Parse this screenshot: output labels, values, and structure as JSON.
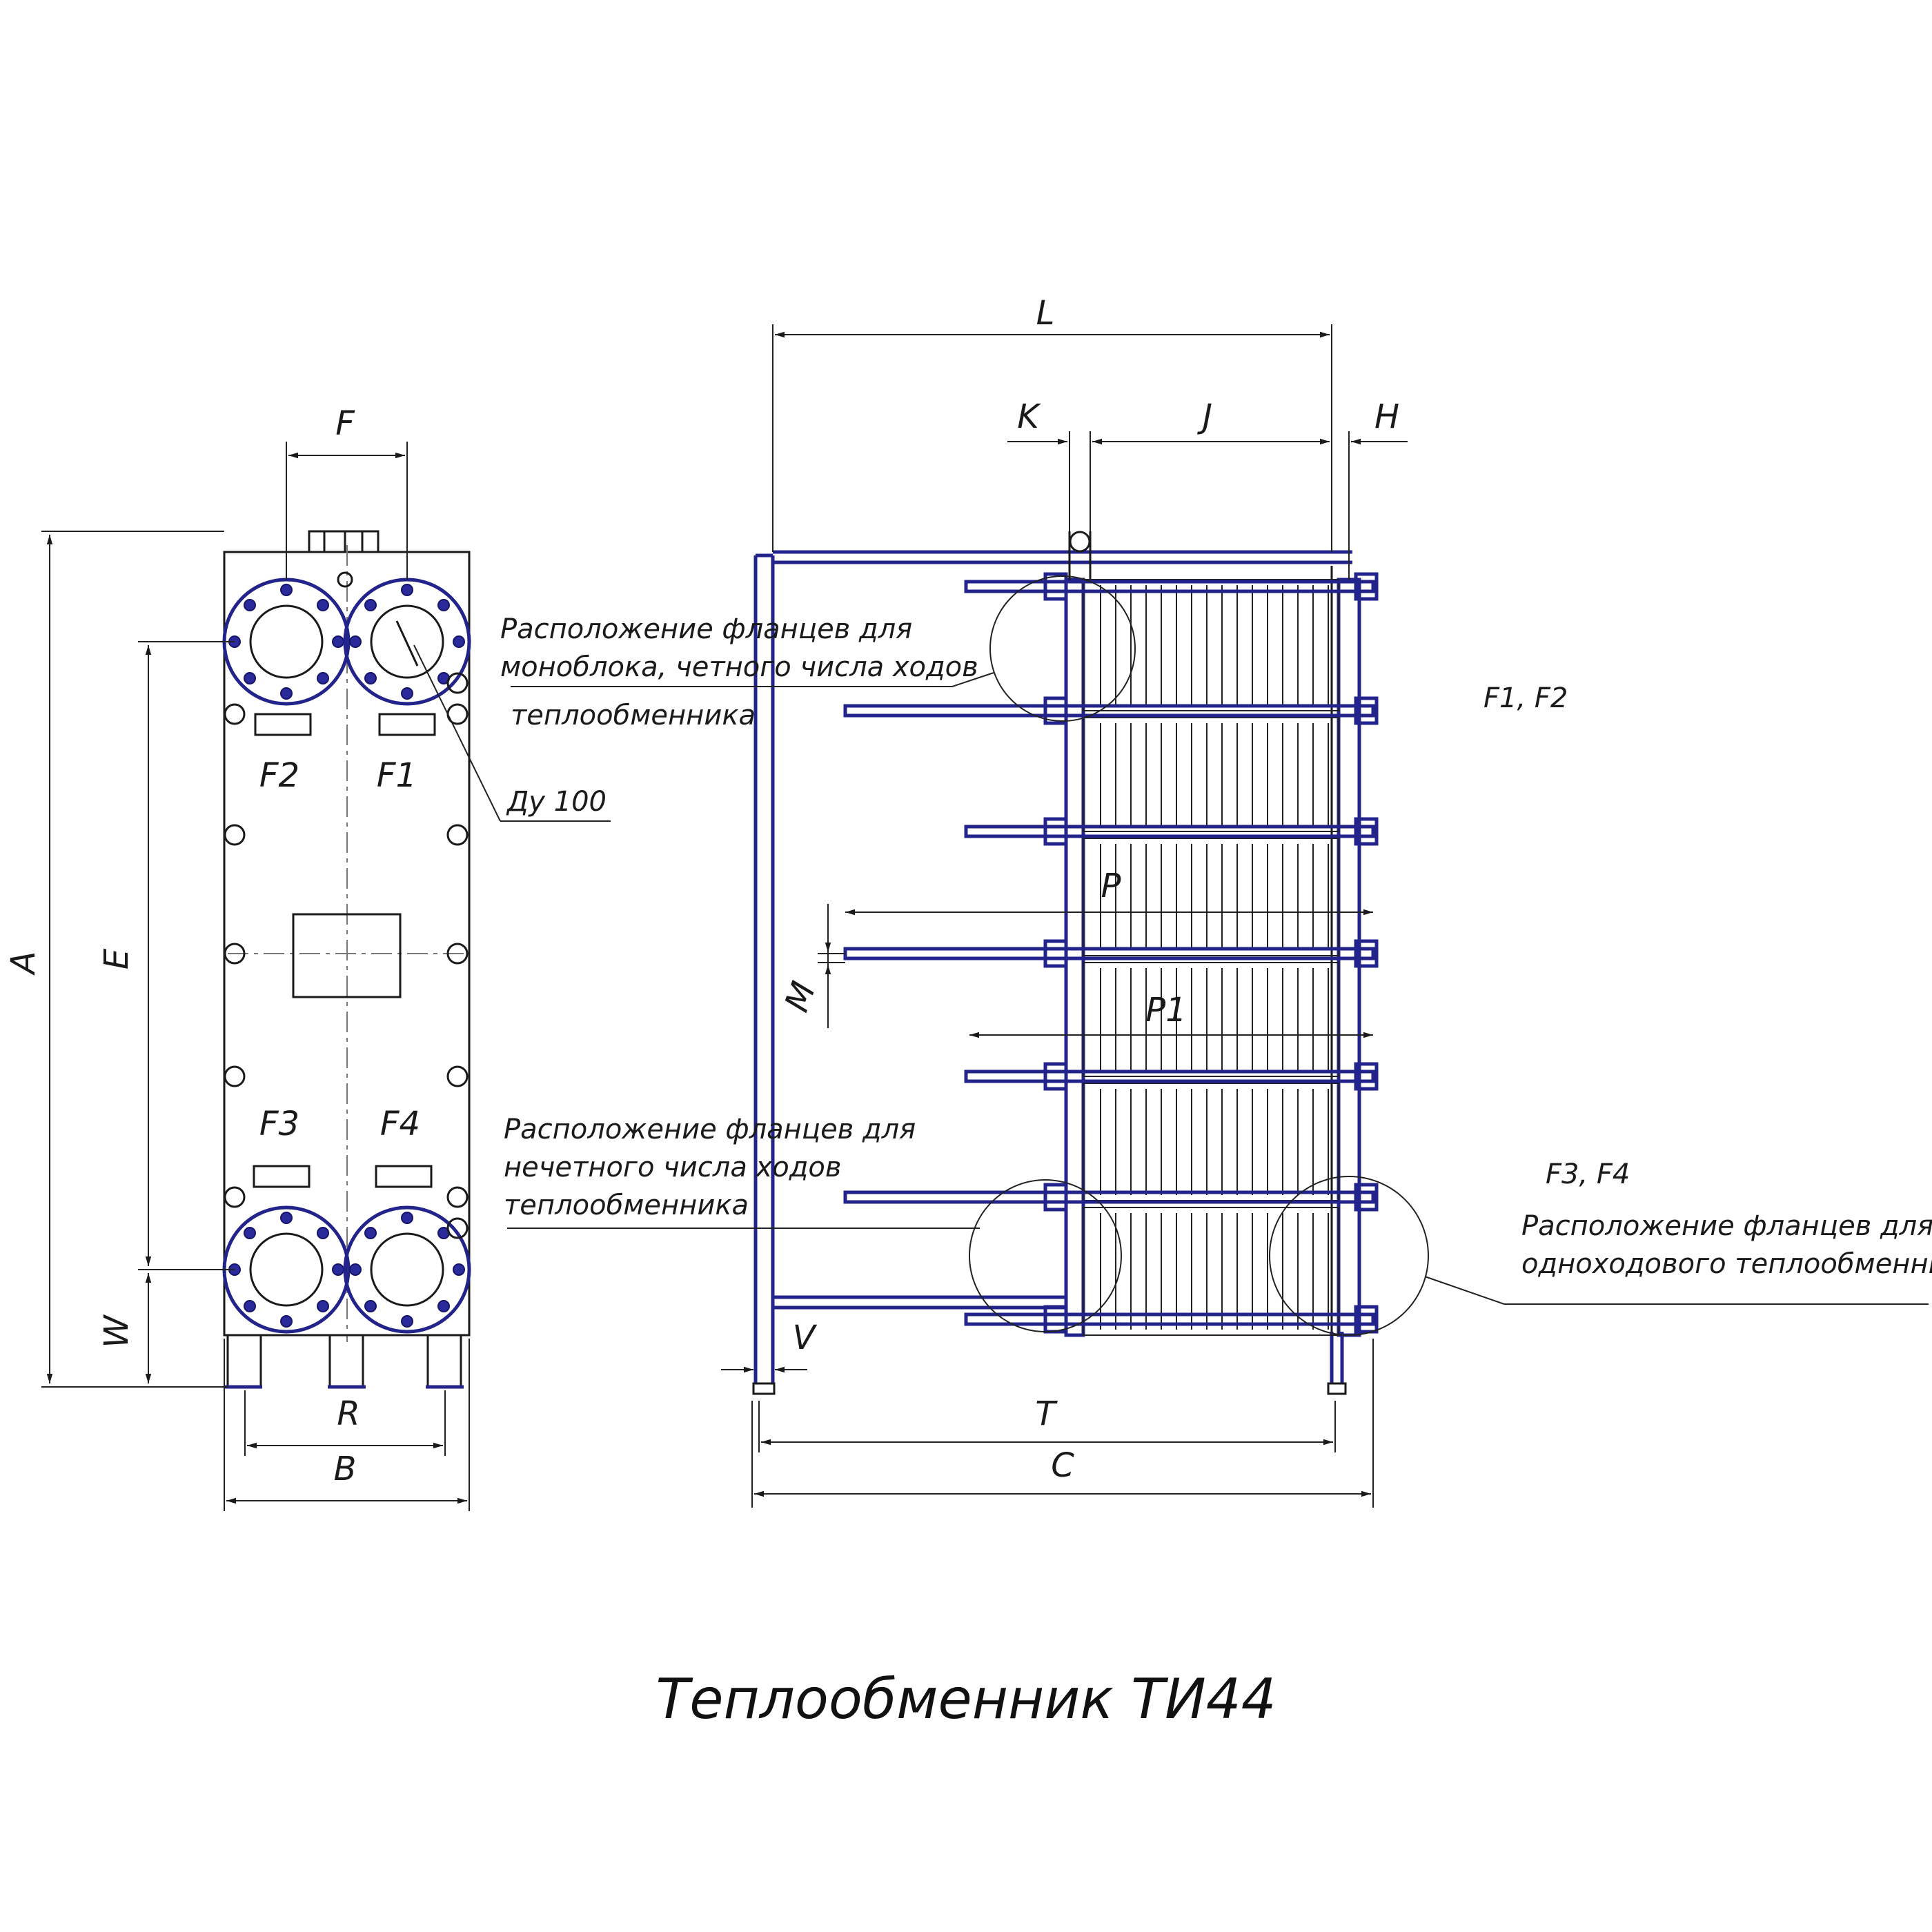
{
  "title": "Теплообменник ТИ44",
  "dimensions": {
    "A": "A",
    "E": "E",
    "W": "W",
    "F": "F",
    "R": "R",
    "B": "B",
    "L": "L",
    "K": "K",
    "J": "J",
    "H": "H",
    "P": "P",
    "P1": "P1",
    "M": "M",
    "V": "V",
    "T": "T",
    "C": "C"
  },
  "ports": {
    "f1": "F1",
    "f2": "F2",
    "f3": "F3",
    "f4": "F4"
  },
  "notes": {
    "dn": "Ду 100",
    "even_line1": "Расположение фланцев для",
    "even_line2": "моноблока, четного числа ходов",
    "even_line3": "теплообменника",
    "odd_line1": "Расположение фланцев для",
    "odd_line2": "нечетного числа ходов",
    "odd_line3": "теплообменника",
    "single_ports": "F3, F4",
    "single_line1": "Расположение фланцев для",
    "single_line2": "одноходового теплообменника",
    "top_ports": "F1, F2"
  },
  "colors": {
    "line": "#1a1a1a",
    "accent": "#23238c"
  }
}
